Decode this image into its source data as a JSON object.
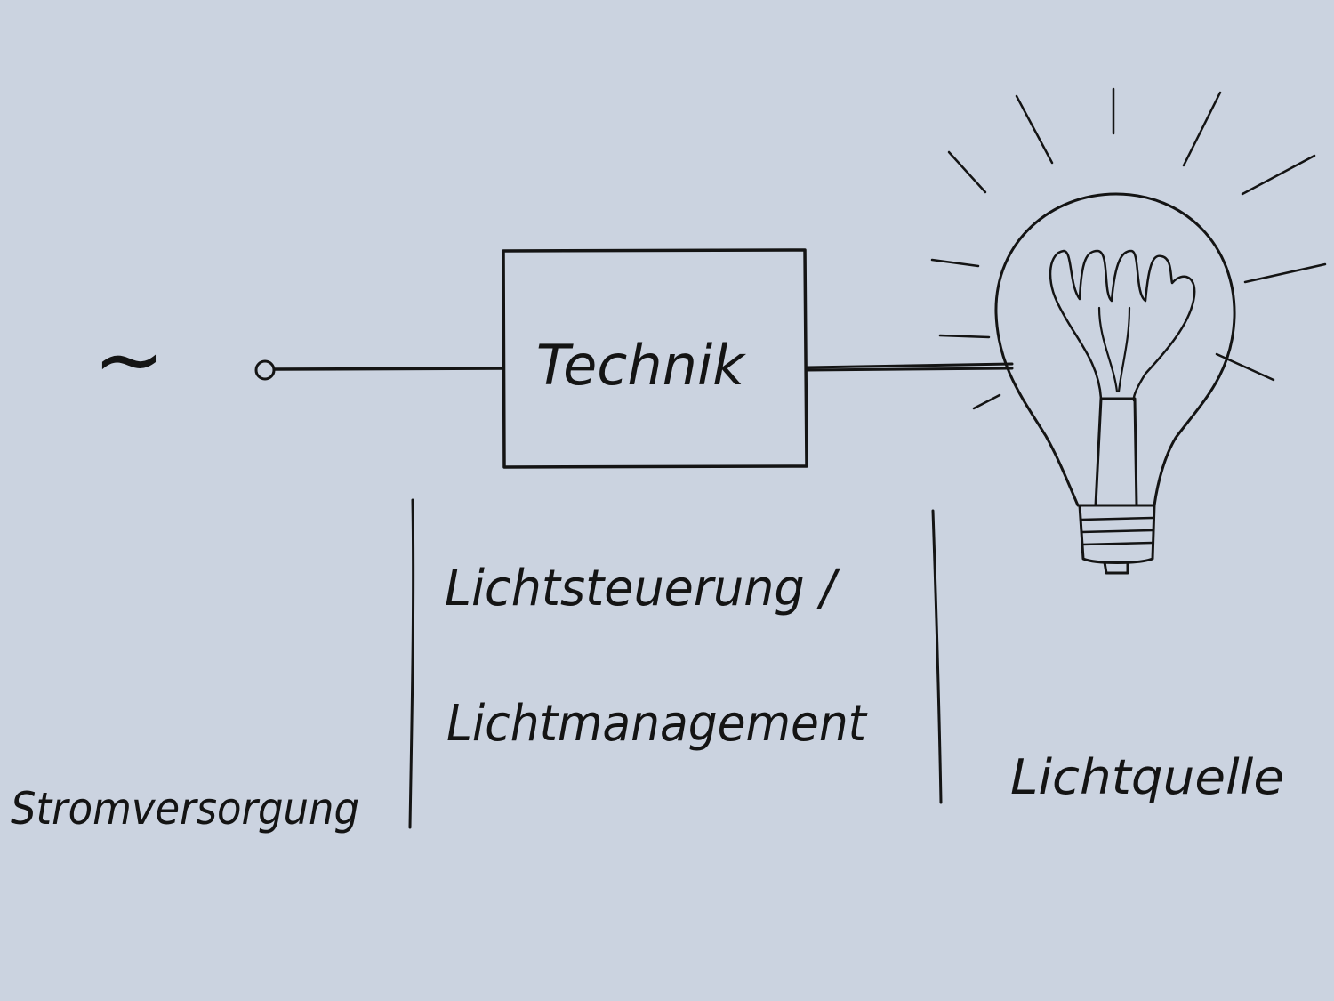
{
  "diagram": {
    "source_symbol": "~",
    "box_label": "Technik",
    "labels": {
      "power": "Stromversorgung",
      "control_line1": "Lichtsteuerung /",
      "control_line2": "Lichtmanagement",
      "source": "Lichtquelle"
    }
  },
  "colors": {
    "background": "#cbd3e0",
    "ink": "#141414",
    "box_fill": "#e1e6d6",
    "bulb_glass": "#e2e5f1"
  },
  "icons": {
    "source": "ac-source-symbol",
    "terminal": "terminal-circle",
    "lamp": "light-bulb-icon"
  }
}
